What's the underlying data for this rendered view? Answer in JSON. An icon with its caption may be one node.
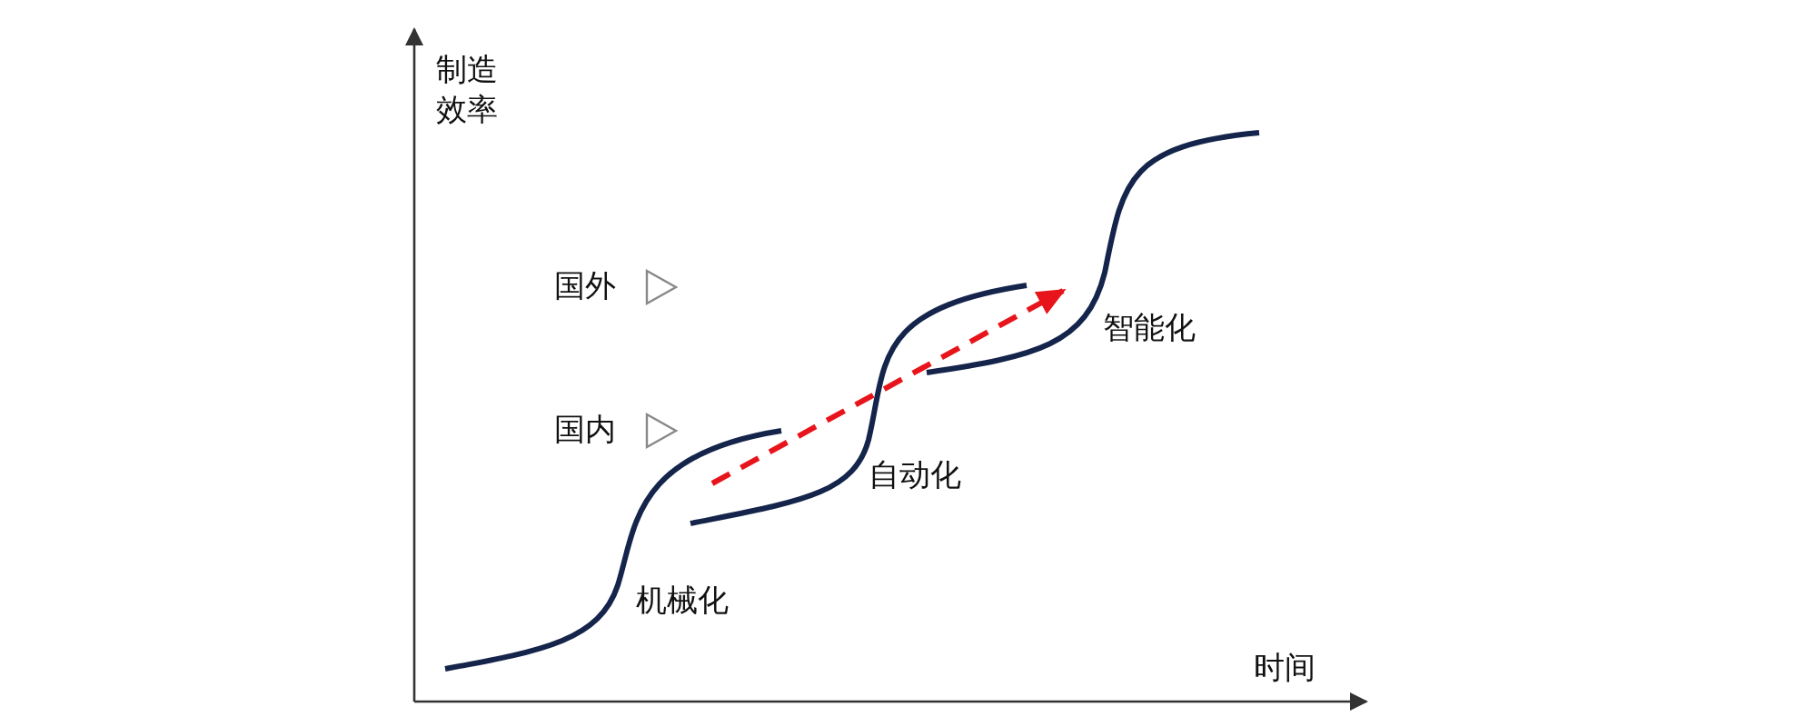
{
  "diagram": {
    "labels": [
      "制造效率",
      "国外",
      "国内",
      "智能化",
      "自动化",
      "机械化",
      "时间"
    ]
  }
}
